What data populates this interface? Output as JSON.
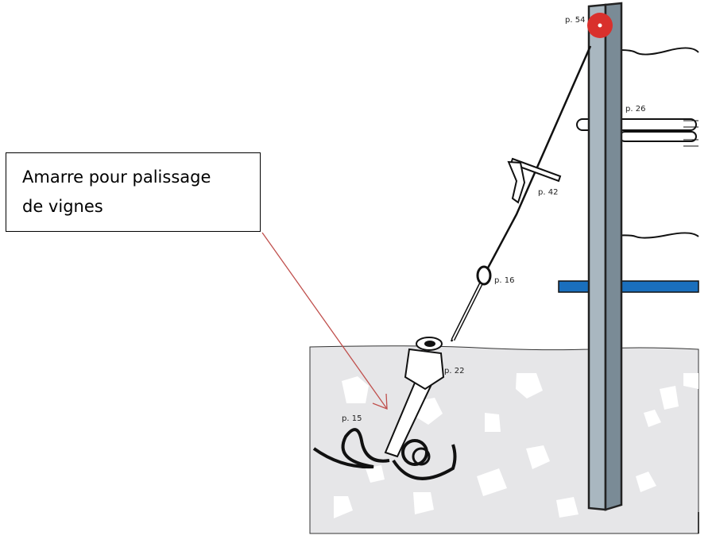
{
  "callout": {
    "line1": "Amarre pour palissage",
    "line2": "de vignes"
  },
  "labels": {
    "insulator_top": "p. 54",
    "offset_bracket": "p. 26",
    "tensioner": "p. 42",
    "eye": "p. 16",
    "anchor_head": "p. 22",
    "anchor": "p. 15"
  },
  "colors": {
    "arrow": "#c0504d",
    "post": "#a9b7c0",
    "post_shade": "#7a8b96",
    "insulator": "#d9302c",
    "bar": "#1a6fbd",
    "ground": "#e6e6e8"
  }
}
